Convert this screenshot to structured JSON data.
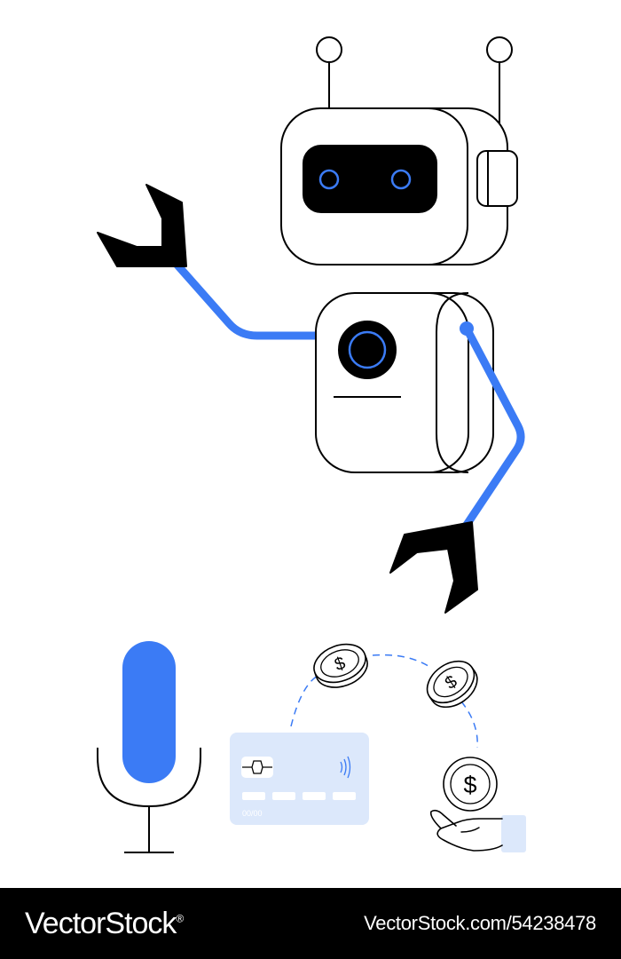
{
  "illustration": {
    "subjects": [
      "robot",
      "microphone",
      "credit-card",
      "coins",
      "hand-receiving-coin"
    ],
    "colors": {
      "accent": "#3b7bf5",
      "ink": "#000000",
      "card": "#dce8fb",
      "background": "#ffffff"
    },
    "card": {
      "expiry_placeholder": "00/00"
    }
  },
  "watermark": {
    "brand": "VectorStock",
    "registered_mark": "®",
    "stock_id": "VectorStock.com/54238478"
  }
}
